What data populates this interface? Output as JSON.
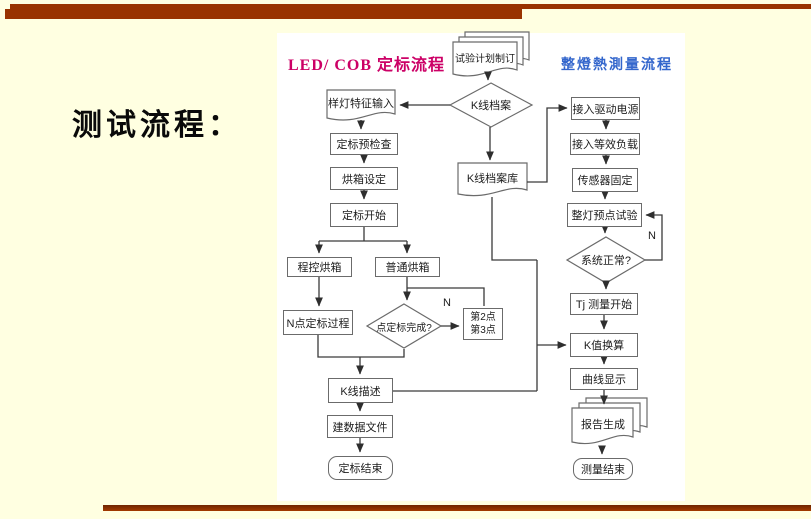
{
  "slide": {
    "title": "测试流程：",
    "colors": {
      "background": "#FFFFE1",
      "accent_bar": "#993300",
      "panel": "#FFFFFF",
      "left_header": "#CC0066",
      "right_header": "#3366CC"
    }
  },
  "flowchart": {
    "left_title": "LED/ COB 定标流程",
    "right_title": "整燈熱測量流程",
    "branch_label_n": "N",
    "nodes": {
      "plan": "试验计划制订",
      "k_archive": "K线档案",
      "sample_input": "样灯特征输入",
      "precheck": "定标预检查",
      "oven_set": "烘箱设定",
      "cal_start": "定标开始",
      "prog_oven": "程控烘箱",
      "normal_oven": "普通烘箱",
      "n_point": "N点定标过程",
      "point_done": "点定标完成?",
      "point23": "第2点\n第3点",
      "k_desc": "K线描述",
      "build_file": "建数据文件",
      "cal_end": "定标结束",
      "k_archive_lib": "K线档案库",
      "power": "接入驱动电源",
      "load": "接入等效负载",
      "sensor": "传感器固定",
      "pretest": "整灯预点试验",
      "sys_ok": "系统正常?",
      "tj_start": "Tj 测量开始",
      "k_convert": "K值换算",
      "curve": "曲线显示",
      "report": "报告生成",
      "end": "测量结束"
    }
  }
}
